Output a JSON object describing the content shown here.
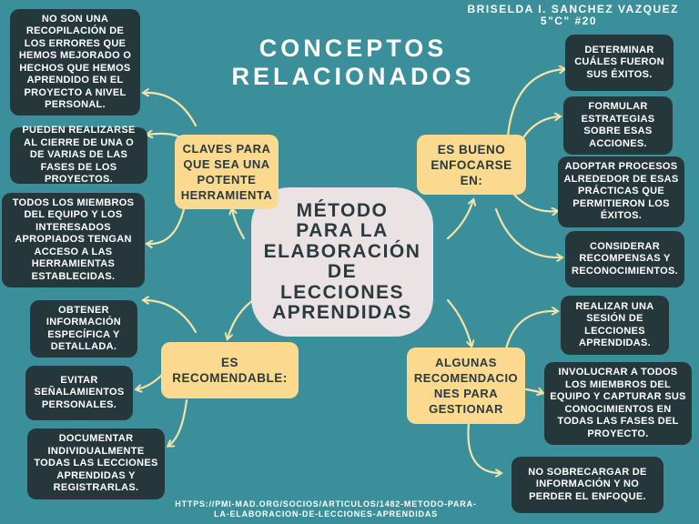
{
  "header": {
    "title": "CONCEPTOS\nRELACIONADOS",
    "author_name": "BRISELDA I. SANCHEZ VAZQUEZ",
    "author_group": "5\"C\" #20"
  },
  "center": {
    "label": "MÉTODO\nPARA LA\nELABORACIÓN\nDE\nLECCIONES\nAPRENDIDAS"
  },
  "branches": {
    "claves": {
      "label": "CLAVES PARA QUE SEA UNA POTENTE HERRAMIENTA",
      "items": [
        "NO SON UNA RECOPILACIÓN DE LOS ERRORES QUE HEMOS MEJORADO O HECHOS QUE HEMOS APRENDIDO EN EL PROYECTO A NIVEL PERSONAL.",
        "PUEDEN REALIZARSE AL CIERRE DE UNA O DE VARIAS DE LAS FASES DE LOS PROYECTOS.",
        "TODOS LOS MIEMBROS DEL EQUIPO Y LOS INTERESADOS APROPIADOS TENGAN ACCESO A LAS HERRAMIENTAS ESTABLECIDAS."
      ]
    },
    "enfocarse": {
      "label": "ES BUENO ENFOCARSE EN:",
      "items": [
        "DETERMINAR CUÁLES FUERON SUS ÉXITOS.",
        "FORMULAR ESTRATEGIAS SOBRE ESAS ACCIONES.",
        "ADOPTAR PROCESOS ALREDEDOR DE ESAS PRÁCTICAS QUE PERMITIERON LOS ÉXITOS.",
        "CONSIDERAR RECOMPENSAS Y RECONOCIMIENTOS."
      ]
    },
    "recomendable": {
      "label": "ES RECOMENDABLE:",
      "items": [
        "OBTENER INFORMACIÓN ESPECÍFICA Y DETALLADA.",
        "EVITAR SEÑALAMIENTOS PERSONALES.",
        "DOCUMENTAR INDIVIDUALMENTE TODAS LAS LECCIONES APRENDIDAS Y REGISTRARLAS."
      ]
    },
    "gestionar": {
      "label": "ALGUNAS RECOMENDACIO NES PARA GESTIONAR",
      "items": [
        "REALIZAR UNA SESIÓN DE LECCIONES APRENDIDAS.",
        "INVOLUCRAR A TODOS LOS MIEMBROS DEL EQUIPO Y CAPTURAR SUS CONOCIMIENTOS EN TODAS LAS FASES DEL PROYECTO.",
        "NO SOBRECARGAR DE INFORMACIÓN Y NO PERDER EL ENFOQUE."
      ]
    }
  },
  "footer": {
    "source": "HTTPS://PMI-MAD.ORG/SOCIOS/ARTICULOS/1482-METODO-PARA-\nLA-ELABORACION-DE-LECCIONES-APRENDIDAS"
  },
  "colors": {
    "background": "#3a8f9a",
    "dark_box": "#26373c",
    "yellow_box": "#fbd98e",
    "center_box": "#ebe2e4",
    "arrow": "#f3e3a8"
  }
}
